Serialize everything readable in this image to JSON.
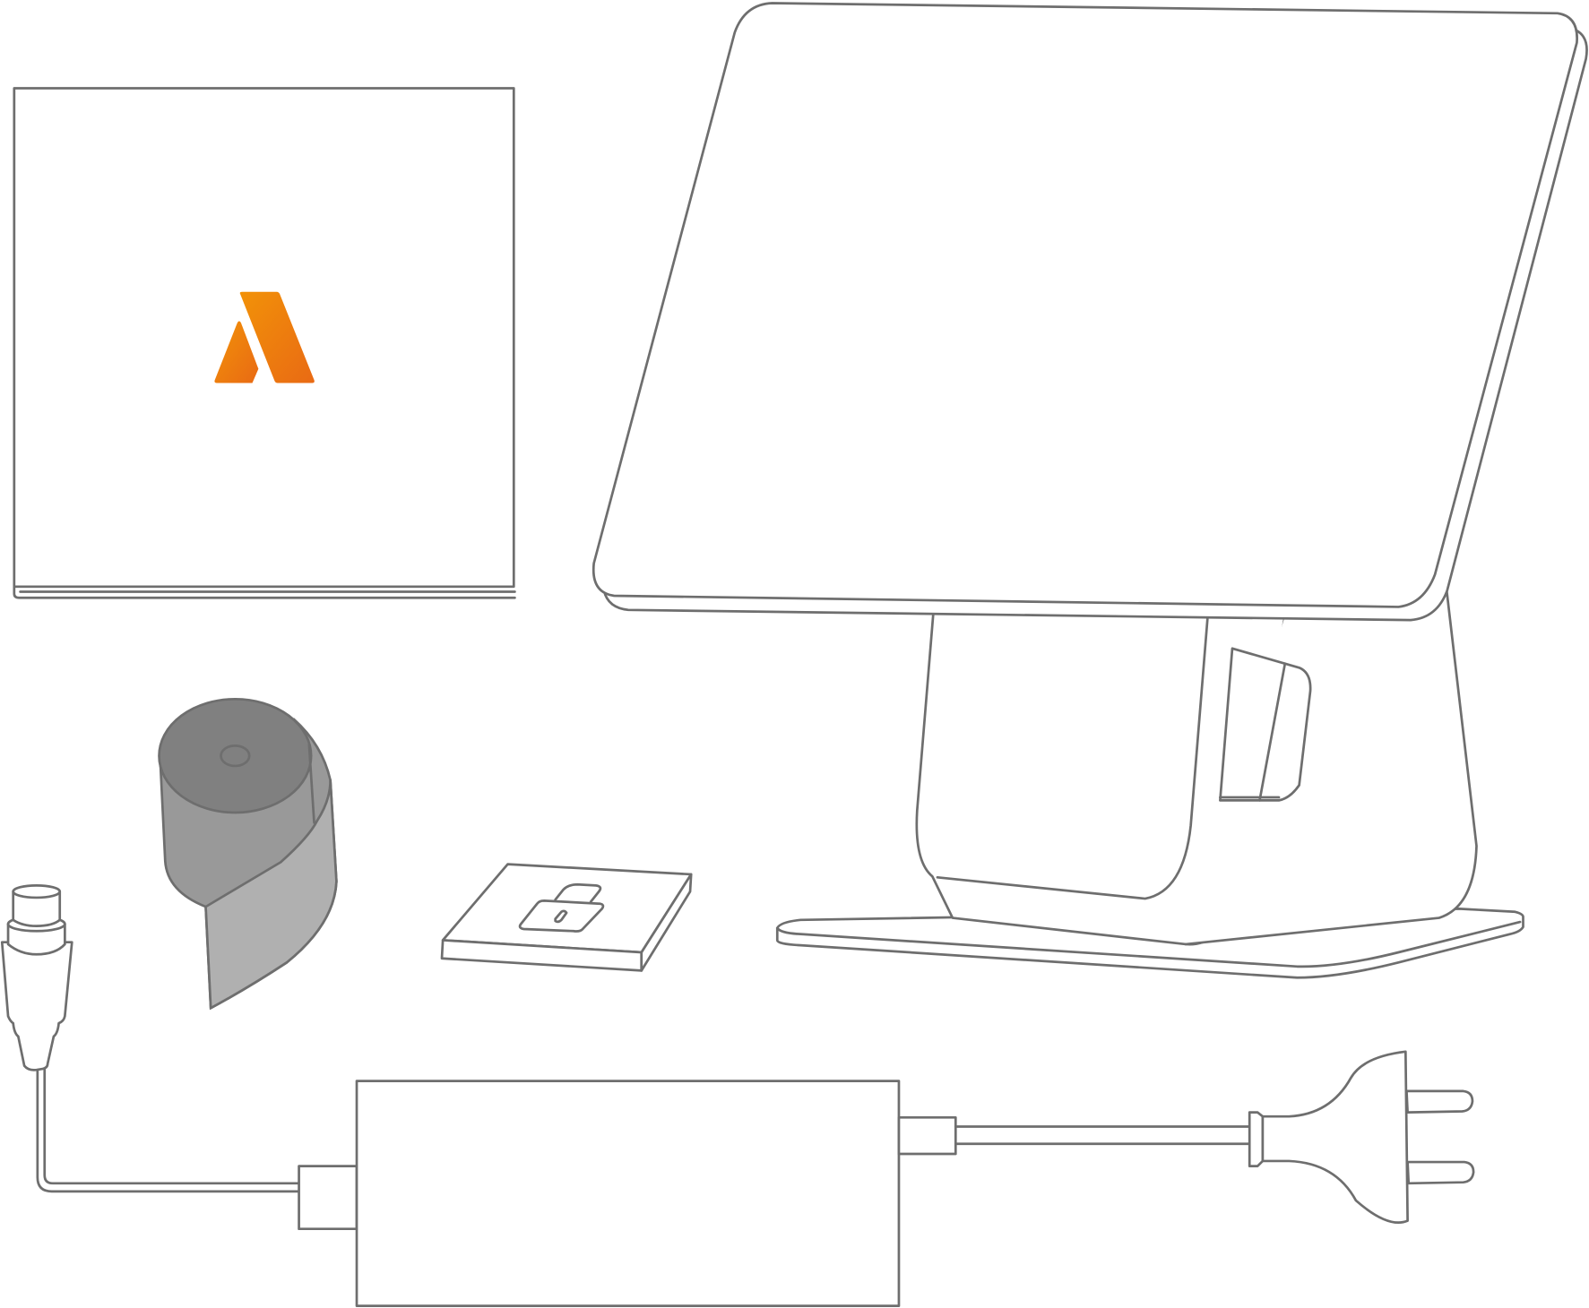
{
  "diagram": {
    "items": [
      {
        "name": "manual-booklet",
        "logo": "orange-a-logo"
      },
      {
        "name": "paper-roll"
      },
      {
        "name": "usb-cable"
      },
      {
        "name": "sim-tray-card"
      },
      {
        "name": "pos-terminal-with-stand"
      },
      {
        "name": "power-adapter"
      },
      {
        "name": "power-plug"
      }
    ],
    "colors": {
      "outline": "#6e6e6e",
      "logo_start": "#f29208",
      "logo_end": "#e96a14",
      "roll_top": "#808080",
      "roll_side": "#999999",
      "roll_tail": "#b0b0b0"
    }
  }
}
